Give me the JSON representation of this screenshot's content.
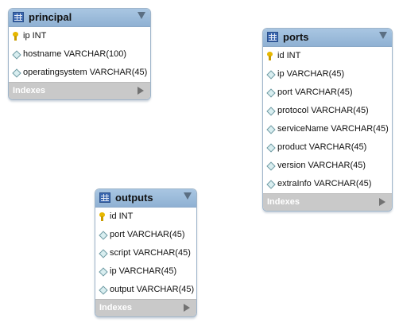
{
  "tables": {
    "principal": {
      "name": "principal",
      "columns": [
        {
          "label": "ip INT",
          "icon": "primary-key-icon"
        },
        {
          "label": "hostname VARCHAR(100)",
          "icon": "column-diamond-icon"
        },
        {
          "label": "operatingsystem VARCHAR(45)",
          "icon": "column-diamond-icon"
        }
      ],
      "indexes_label": "Indexes"
    },
    "ports": {
      "name": "ports",
      "columns": [
        {
          "label": "id INT",
          "icon": "primary-key-icon"
        },
        {
          "label": "ip VARCHAR(45)",
          "icon": "column-diamond-icon"
        },
        {
          "label": "port VARCHAR(45)",
          "icon": "column-diamond-icon"
        },
        {
          "label": "protocol VARCHAR(45)",
          "icon": "column-diamond-icon"
        },
        {
          "label": "serviceName VARCHAR(45)",
          "icon": "column-diamond-icon"
        },
        {
          "label": "product VARCHAR(45)",
          "icon": "column-diamond-icon"
        },
        {
          "label": "version VARCHAR(45)",
          "icon": "column-diamond-icon"
        },
        {
          "label": "extraInfo VARCHAR(45)",
          "icon": "column-diamond-icon"
        }
      ],
      "indexes_label": "Indexes"
    },
    "outputs": {
      "name": "outputs",
      "columns": [
        {
          "label": "id INT",
          "icon": "primary-key-icon"
        },
        {
          "label": "port VARCHAR(45)",
          "icon": "column-diamond-icon"
        },
        {
          "label": "script VARCHAR(45)",
          "icon": "column-diamond-icon"
        },
        {
          "label": "ip VARCHAR(45)",
          "icon": "column-diamond-icon"
        },
        {
          "label": "output VARCHAR(45)",
          "icon": "column-diamond-icon"
        }
      ],
      "indexes_label": "Indexes"
    }
  },
  "colors": {
    "header": "#9dbcda",
    "footer": "#c9c9c9",
    "border": "#9fb5ca",
    "key": "#e7b800"
  }
}
